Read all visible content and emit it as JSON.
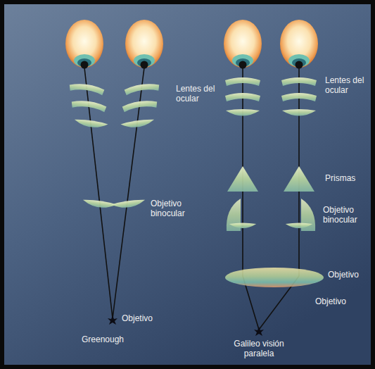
{
  "diagram": {
    "labels": [
      "Lentes del ocular",
      "Objetivo binocular",
      "Objetivo",
      "Greenough",
      "Lentes del ocular",
      "Prismas",
      "Objetivo binocular",
      "Objetivo",
      "Objetivo",
      "Galileo visión paralela"
    ]
  }
}
